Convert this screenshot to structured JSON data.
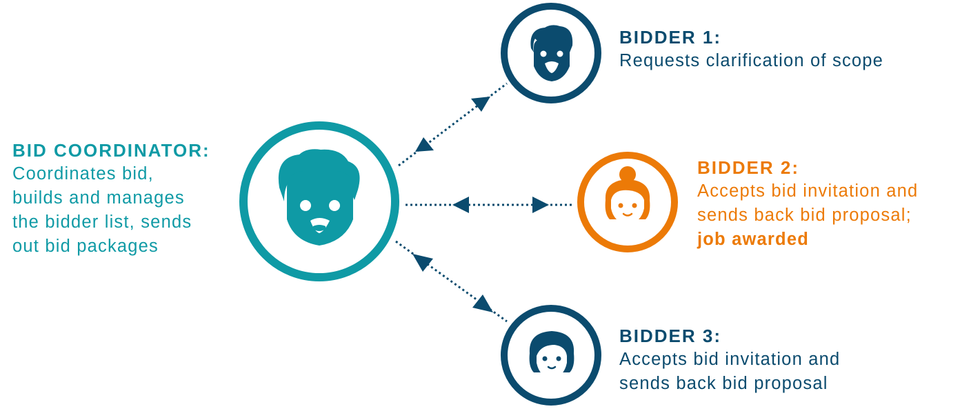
{
  "colors": {
    "coordinator": "#0f9aa5",
    "bidder": "#0b4b6e",
    "awarded": "#ec7a07",
    "skin": "#ffffff"
  },
  "coordinator": {
    "title": "BID COORDINATOR:",
    "lines": [
      "Coordinates bid,",
      "builds and manages",
      "the bidder list, sends",
      "out bid packages"
    ],
    "icon": "bearded-man-icon"
  },
  "bidder1": {
    "title": "BIDDER 1:",
    "lines": [
      "Requests clarification of scope"
    ],
    "icon": "bearded-man-icon"
  },
  "bidder2": {
    "title": "BIDDER 2:",
    "lines": [
      "Accepts bid invitation and",
      "sends back bid proposal;"
    ],
    "highlight": "job awarded",
    "icon": "woman-bun-icon"
  },
  "bidder3": {
    "title": "BIDDER 3:",
    "lines": [
      "Accepts bid invitation and",
      "sends back bid proposal"
    ],
    "icon": "woman-bob-icon"
  }
}
